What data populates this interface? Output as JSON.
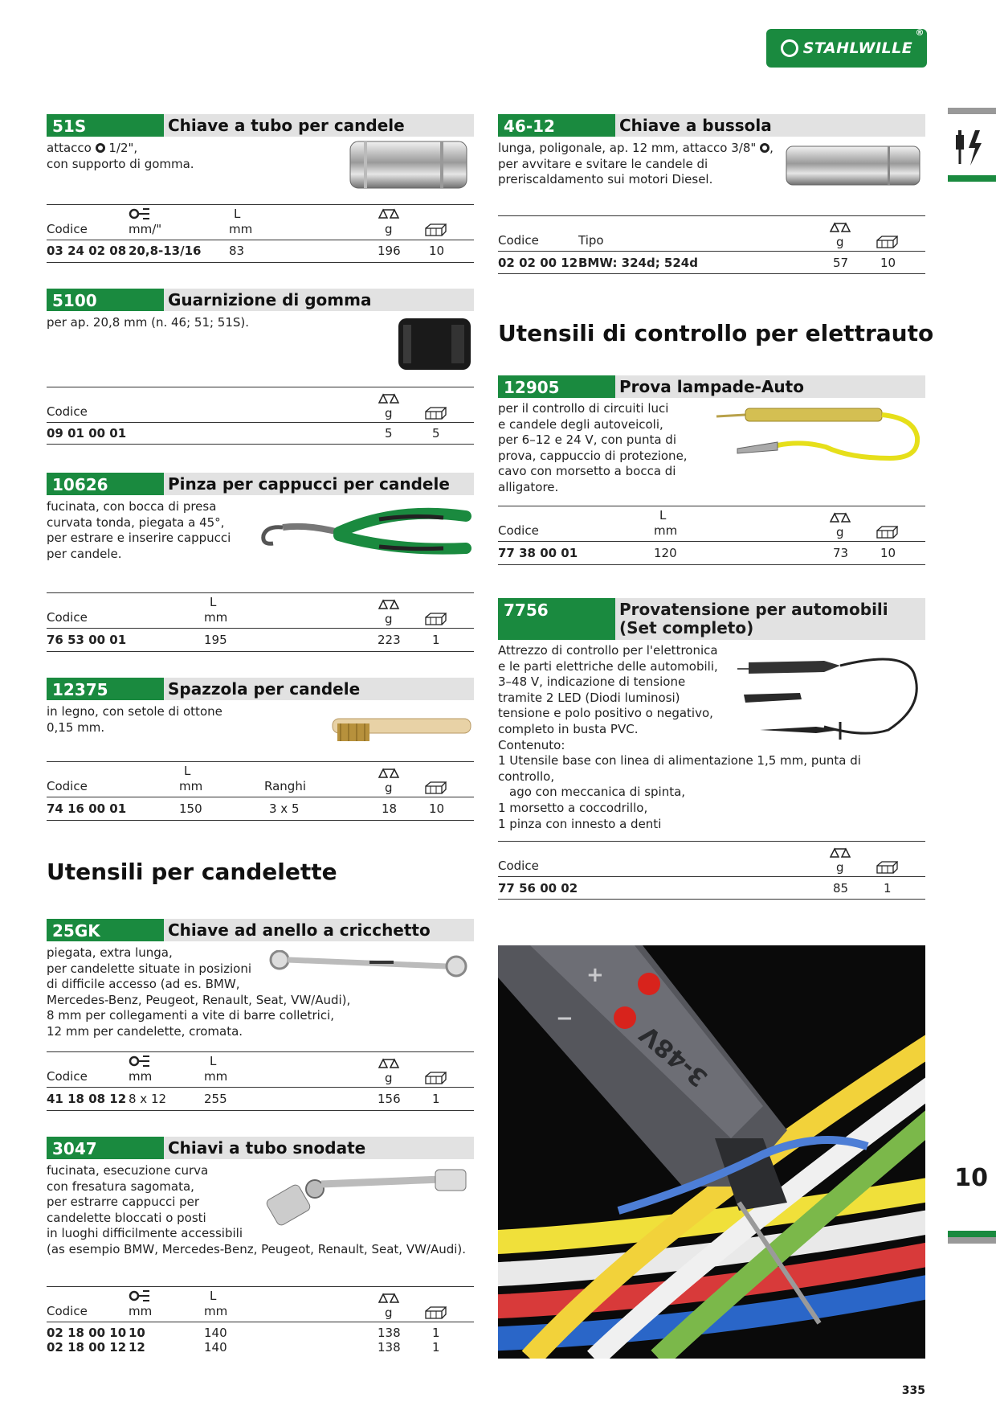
{
  "brand": {
    "name": "STAHLWILLE",
    "reg": "®"
  },
  "sidebar": {
    "chapter": "10"
  },
  "page_number": "335",
  "headings": {
    "glow_plug_tools": "Utensili per candelette",
    "electrical_test_tools": "Utensili di controllo per elettrauto"
  },
  "sections": {
    "s51S": {
      "code": "51S",
      "title": "Chiave a tubo per candele",
      "desc_1": "attacco",
      "desc_1b": "1/2\",",
      "desc_2": "con supporto di gomma.",
      "headers": {
        "h_codice": "Codice",
        "h_size_unit": "mm/\"",
        "h_L": "L",
        "h_mm": "mm",
        "h_g": "g"
      },
      "rows": [
        {
          "codice": "03 24 02 08",
          "size": "20,8-13/16",
          "L": "83",
          "g": "196",
          "qty": "10"
        }
      ]
    },
    "s5100": {
      "code": "5100",
      "title": "Guarnizione di gomma",
      "desc_1": "per ap. 20,8 mm (n. 46; 51; 51S).",
      "headers": {
        "h_codice": "Codice",
        "h_g": "g"
      },
      "rows": [
        {
          "codice": "09 01 00 01",
          "g": "5",
          "qty": "5"
        }
      ]
    },
    "s10626": {
      "code": "10626",
      "title": "Pinza per cappucci per candele",
      "desc_1": "fucinata, con bocca di presa",
      "desc_2": "curvata tonda, piegata a 45°,",
      "desc_3": "per estrare e inserire cappucci",
      "desc_4": "per candele.",
      "headers": {
        "h_codice": "Codice",
        "h_L": "L",
        "h_mm": "mm",
        "h_g": "g"
      },
      "rows": [
        {
          "codice": "76 53 00 01",
          "L": "195",
          "g": "223",
          "qty": "1"
        }
      ]
    },
    "s12375": {
      "code": "12375",
      "title": "Spazzola per candele",
      "desc_1": "in legno, con setole di ottone",
      "desc_2": "0,15 mm.",
      "headers": {
        "h_codice": "Codice",
        "h_L": "L",
        "h_mm": "mm",
        "h_ranghi": "Ranghi",
        "h_g": "g"
      },
      "rows": [
        {
          "codice": "74 16 00 01",
          "L": "150",
          "ranghi": "3 x 5",
          "g": "18",
          "qty": "10"
        }
      ]
    },
    "s25GK": {
      "code": "25GK",
      "title": "Chiave ad anello a cricchetto",
      "desc_1": "piegata, extra lunga,",
      "desc_2": "per candelette situate in posizioni",
      "desc_3": "di difficile accesso (ad es. BMW,",
      "desc_4": "Mercedes-Benz, Peugeot, Renault, Seat, VW/Audi),",
      "desc_5": "8 mm per collegamenti a vite di barre colletrici,",
      "desc_6": "12 mm per candelette, cromata.",
      "headers": {
        "h_codice": "Codice",
        "h_mm1": "mm",
        "h_L": "L",
        "h_mm2": "mm",
        "h_g": "g"
      },
      "rows": [
        {
          "codice": "41 18 08 12",
          "size": "8 x 12",
          "L": "255",
          "g": "156",
          "qty": "1"
        }
      ]
    },
    "s3047": {
      "code": "3047",
      "title": "Chiavi a tubo snodate",
      "desc_1": "fucinata, esecuzione curva",
      "desc_2": "con fresatura sagomata,",
      "desc_3": "per estrarre cappucci per",
      "desc_4": "candelette bloccati o posti",
      "desc_5": "in luoghi difficilmente accessibili",
      "desc_6": "(as esempio BMW, Mercedes-Benz, Peugeot, Renault, Seat, VW/Audi).",
      "headers": {
        "h_codice": "Codice",
        "h_mm1": "mm",
        "h_L": "L",
        "h_mm2": "mm",
        "h_g": "g"
      },
      "rows": [
        {
          "codice": "02 18 00 10",
          "size": "10",
          "L": "140",
          "g": "138",
          "qty": "1"
        },
        {
          "codice": "02 18 00 12",
          "size": "12",
          "L": "140",
          "g": "138",
          "qty": "1"
        }
      ]
    },
    "s46_12": {
      "code": "46-12",
      "title": "Chiave a bussola",
      "desc_1": "lunga, poligonale, ap. 12 mm, attacco",
      "desc_1b": "3/8\"",
      "desc_2": "per avvitare e svitare le candele di",
      "desc_3": "preriscaldamento sui motori Diesel.",
      "headers": {
        "h_codice": "Codice",
        "h_tipo": "Tipo",
        "h_g": "g"
      },
      "rows": [
        {
          "codice": "02 02 00 12",
          "tipo": "BMW: 324d; 524d",
          "g": "57",
          "qty": "10"
        }
      ]
    },
    "s12905": {
      "code": "12905",
      "title": "Prova lampade-Auto",
      "desc_1": "per il controllo di circuiti luci",
      "desc_2": "e candele degli autoveicoli,",
      "desc_3": "per 6–12 e 24 V, con punta di",
      "desc_4": "prova, cappuccio di protezione,",
      "desc_5": "cavo con morsetto a bocca di",
      "desc_6": "alligatore.",
      "headers": {
        "h_codice": "Codice",
        "h_L": "L",
        "h_mm": "mm",
        "h_g": "g"
      },
      "rows": [
        {
          "codice": "77 38 00 01",
          "L": "120",
          "g": "73",
          "qty": "10"
        }
      ]
    },
    "s7756": {
      "code": "7756",
      "title_1": "Provatensione per automobili",
      "title_2": "(Set completo)",
      "desc_1": "Attrezzo di controllo per l'elettronica",
      "desc_2": "e le parti elettriche delle automobili,",
      "desc_3": "3–48 V, indicazione di tensione",
      "desc_4": "tramite 2 LED (Diodi luminosi)",
      "desc_5": "tensione e polo positivo o negativo,",
      "desc_6": "completo in busta PVC.",
      "desc_7": "Contenuto:",
      "desc_8": "1 Utensile base con linea di alimentazione 1,5 mm, punta di controllo,",
      "desc_9": "ago con meccanica di spinta,",
      "desc_10": "1 morsetto a coccodrillo,",
      "desc_11": "1 pinza con innesto a denti",
      "headers": {
        "h_codice": "Codice",
        "h_g": "g"
      },
      "rows": [
        {
          "codice": "77 56 00 02",
          "g": "85",
          "qty": "1"
        }
      ]
    }
  },
  "photo": {
    "label_1": "3-48V",
    "label_plus": "+",
    "label_minus": "−"
  },
  "colors": {
    "brand_green": "#1a8a3f",
    "header_grey": "#e2e2e2"
  }
}
